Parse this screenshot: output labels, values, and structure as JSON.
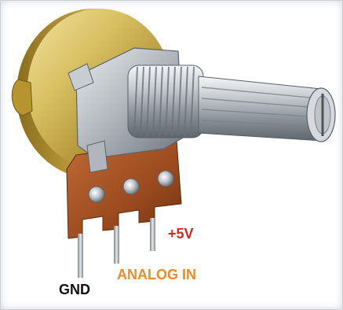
{
  "labels": {
    "gnd": "GND",
    "analog_in": "ANALOG IN",
    "plus_5v": "+5V"
  },
  "colors": {
    "gnd": "#111111",
    "analog_in": "#f08a24",
    "plus_5v": "#e0241b",
    "housing_gold": "#b8962e",
    "pcb": "#9a4a1e",
    "metal": "#b9bec3"
  }
}
